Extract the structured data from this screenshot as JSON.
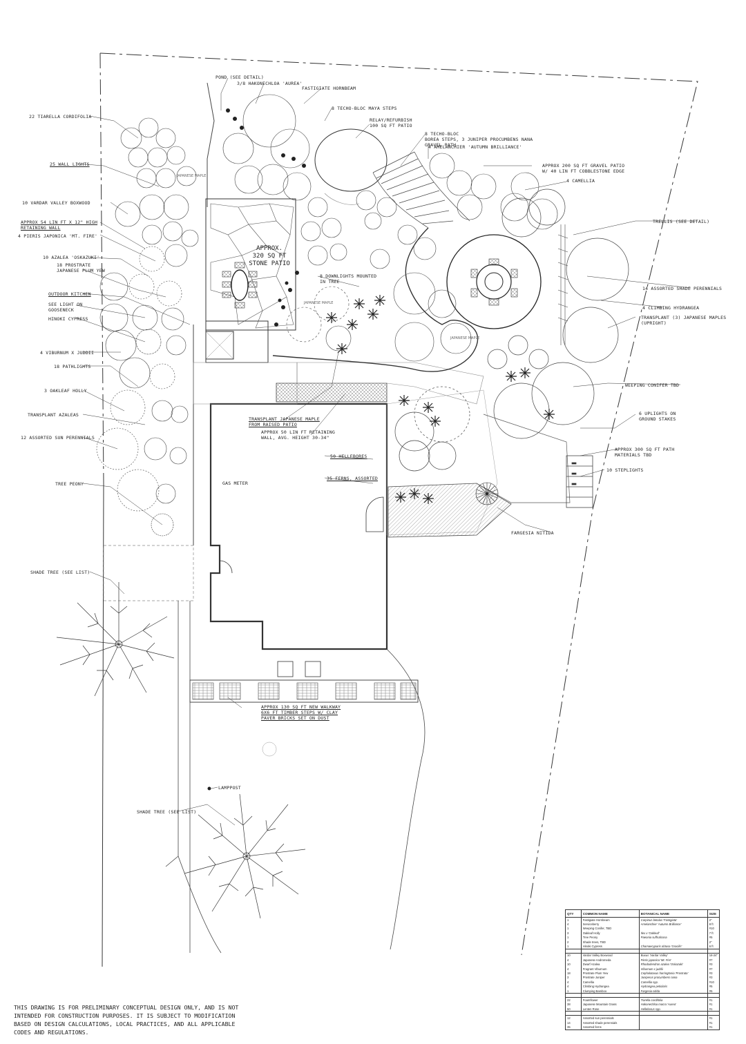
{
  "labels": {
    "pond": "Pond (see detail)",
    "hakonechloa": "3/8 Hakonechloa 'Aurea'",
    "hornbeam": "Fastigiate Hornbeam",
    "techo_steps": "8 Techo-Bloc Maya steps",
    "relay_patio": "Relay/refurbish\n100 sq ft patio",
    "techo_bloc": "8 Techo-Bloc\nBorea steps, 3 Juniper procumbens nana\ngravel path",
    "amelanchier": "4 Amelanchier 'Autumn Brilliance'",
    "gravel_patio": "Approx 200 sq ft gravel patio\nw/ 40 lin ft cobblestone edge",
    "camellia": "4 Camellia",
    "tiarella": "22 Tiarella cordifolia",
    "wall_lights": "25 Wall lights",
    "boxwood": "10 Vardar Valley Boxwood",
    "retaining_wall": "Approx 54 lin ft x 12\" high\nretaining wall",
    "pieris": "4 Pieris japonica 'Mt. Fire'",
    "azalea": "10 Azalea 'Oskazuki'",
    "plum_yew": "18 Prostrate\nJapanese Plum Yew",
    "kitchen": "Outdoor kitchen",
    "gooseneck": "See light on\ngooseneck",
    "hinoki": "Hinoki Cypress",
    "viburnum": "4 Viburnum x juddii",
    "pathlights": "18 Pathlights",
    "holly": "3 Oakleaf Holly",
    "transplant_azaleas": "Transplant Azaleas",
    "sun_perennials": "12 Assorted sun perennials",
    "tree_peony": "Tree Peony",
    "shade_tree1": "Shade tree (see list)",
    "trellis": "Trellis (see detail)",
    "shade_perennials": "14 Assorted shade perennials",
    "hydrangea": "4 Climbing Hydrangea",
    "transplant_maples": "Transplant (3) Japanese Maples\n(upright)",
    "weeping_conifer": "Weeping conifer TBD",
    "uplights": "6 Uplights on\nground stakes",
    "path": "Approx 300 sq ft path\nmaterials TBD",
    "steplights": "10 Steplights",
    "fargesia": "Fargesia nitida",
    "downlights": "8 Downlights mounted\nin tree",
    "transplant_maple": "Transplant Japanese Maple\nfrom raised patio",
    "retaining_wall2": "Approx 50 lin ft retaining\nwall, avg. height 30-34\"",
    "hellebores": "50 Hellebores",
    "ferns": "35 Ferns, assorted",
    "gas_meter": "Gas meter",
    "walkway": "Approx 130 sq ft new walkway\n6x6 ft timber steps w/ clay\npaver bricks set on dust",
    "lamppost": "Lamppost",
    "shade_tree2": "Shade tree (see list)",
    "stone_patio": "Approx.\n320 sq ft\nstone patio",
    "japanese_maple1": "Japanese maple",
    "japanese_maple2": "Japanese maple",
    "japanese_maple3": "Japanese maple"
  },
  "note": "This drawing is for preliminary conceptual design only, and is not intended for construction purposes. It is subject to modification based on design calculations, local practices, and all applicable codes and regulations.",
  "table": {
    "headers": [
      "QTY",
      "COMMON NAME",
      "BOTANICAL NAME",
      "SIZE"
    ],
    "groups": [
      [
        [
          "1",
          "Fastigiate Hornbeam",
          "Carpinus betulus 'Fastigiata'",
          "2\""
        ],
        [
          "4",
          "Serviceberry",
          "Amelanchier 'Autumn Brilliance'",
          "8 ft"
        ],
        [
          "1",
          "Weeping Conifer, TBD",
          "",
          "#10"
        ],
        [
          "3",
          "Oakleaf Holly",
          "Ilex x 'Oakleaf'",
          "7 ft"
        ],
        [
          "1",
          "Tree Peony",
          "Paeonia suffruticosa",
          "#5"
        ],
        [
          "2",
          "Shade trees, TBD",
          "",
          "2\""
        ],
        [
          "1",
          "Hinoki Cypress",
          "Chamaecyparis obtusa 'Gracilis'",
          "6 ft"
        ]
      ],
      [
        [
          "10",
          "Vardar Valley Boxwood",
          "Buxus 'Vardar Valley'",
          "18-24\""
        ],
        [
          "4",
          "Japanese Andromeda",
          "Pieris japonica 'Mt. Fire'",
          "#7"
        ],
        [
          "10",
          "Dwarf Azalea",
          "Rhododendron azalea 'Oskazuki'",
          "#3"
        ],
        [
          "4",
          "Fragrant Viburnum",
          "Viburnum x juddii",
          "#7"
        ],
        [
          "18",
          "Prostrate Plum Yew",
          "Cephalotaxus harringtonia 'Prostrata'",
          "#3"
        ],
        [
          "3",
          "Prostrate Juniper",
          "Juniperus procumbens nana",
          "#3"
        ],
        [
          "4",
          "Camellia",
          "Camellia spp.",
          "#10"
        ],
        [
          "4",
          "Climbing Hydrangea",
          "Hydrangea petiolaris",
          "#5"
        ],
        [
          "1",
          "Clumping Bamboo",
          "Fargesia nitida",
          "#5"
        ]
      ],
      [
        [
          "22",
          "Foamflower",
          "Tiarella cordifolia",
          "#1"
        ],
        [
          "38",
          "Japanese Mountain Grass",
          "Hakonechloa macra 'Aurea'",
          "#1"
        ],
        [
          "50",
          "Lenten Rose",
          "Helleborus spp.",
          "#1"
        ]
      ],
      [
        [
          "12",
          "Assorted sun perennials",
          "",
          "#1"
        ],
        [
          "14",
          "Assorted shade perennials",
          "",
          "#1"
        ],
        [
          "35",
          "Assorted ferns",
          "",
          "#1"
        ]
      ]
    ]
  }
}
